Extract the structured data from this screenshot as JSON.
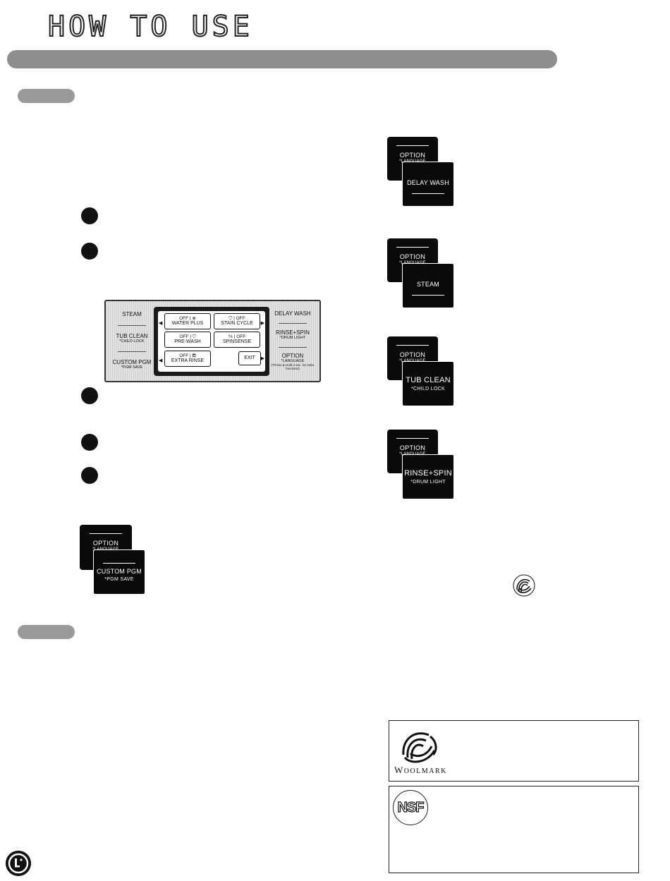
{
  "header": {
    "title": "HOW TO USE"
  },
  "control_panel": {
    "left_buttons": [
      {
        "label": "STEAM",
        "sub": ""
      },
      {
        "label": "TUB CLEAN",
        "sub": "*CHILD LOCK"
      },
      {
        "label": "CUSTOM PGM",
        "sub": "*PGM SAVE"
      }
    ],
    "right_buttons": [
      {
        "label": "DELAY WASH",
        "sub": ""
      },
      {
        "label": "RINSE+SPIN",
        "sub": "*DRUM LIGHT"
      },
      {
        "label": "OPTION",
        "sub": "*LANGUAGE",
        "tiny": "(*Press & Hold 3 sec. for extra functions)"
      }
    ],
    "screen": {
      "water_plus": {
        "value": "OFF  |  ",
        "label": "WATER PLUS"
      },
      "stain_cycle": {
        "value": "  |  OFF",
        "label": "STAIN CYCLE"
      },
      "pre_wash": {
        "value": "OFF  |  ",
        "label": "PRE-WASH"
      },
      "spinsense": {
        "value": "  |  OFF",
        "label": "SPINSENSE"
      },
      "extra_rinse": {
        "value": "OFF  |  ",
        "label": "EXTRA RINSE"
      },
      "exit": "EXIT"
    }
  },
  "custom_pgm_stack": {
    "back": "OPTION",
    "back_sub": "*LANGUAGE",
    "front": "CUSTOM PGM",
    "front_sub": "*PGM SAVE"
  },
  "right_stacks": [
    {
      "back": "OPTION",
      "back_sub": "*LANGUAGE",
      "front": "DELAY WASH",
      "front_sub": ""
    },
    {
      "back": "OPTION",
      "back_sub": "*LANGUAGE",
      "front": "STEAM",
      "front_sub": ""
    },
    {
      "back": "OPTION",
      "back_sub": "*LANGUAGE",
      "front": "TUB CLEAN",
      "front_sub": "*CHILD LOCK"
    },
    {
      "back": "OPTION",
      "back_sub": "*LANGUAGE",
      "front": "RINSE+SPIN",
      "front_sub": "*DRUM LIGHT"
    }
  ],
  "woolmark": {
    "first": "W",
    "rest": "OOLMARK"
  },
  "nsf": {
    "mark": "NSF"
  }
}
